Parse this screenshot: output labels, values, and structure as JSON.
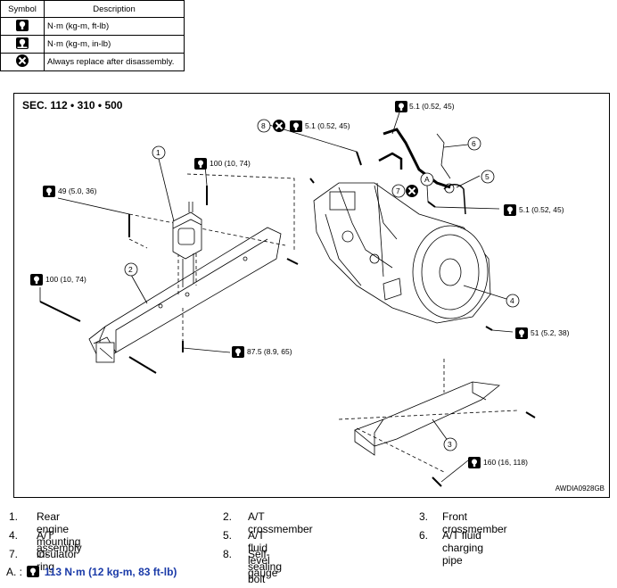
{
  "legend": {
    "header": {
      "symbol": "Symbol",
      "description": "Description"
    },
    "rows": [
      {
        "icon": "torque-wrench-icon",
        "text": "N·m (kg-m, ft-lb)"
      },
      {
        "icon": "torque-wrench-inlb-icon",
        "text": "N·m (kg-m, in-lb)"
      },
      {
        "icon": "always-replace-icon",
        "text": "Always replace after disassembly."
      }
    ]
  },
  "diagram": {
    "section": "SEC. 112 • 310 • 500",
    "code": "AWDIA0928GB",
    "callouts": [
      {
        "id": "t1",
        "text": "5.1 (0.52, 45)"
      },
      {
        "id": "t2",
        "text": "5.1 (0.52, 45)"
      },
      {
        "id": "t3",
        "text": "100 (10, 74)"
      },
      {
        "id": "t4",
        "text": "49 (5.0, 36)"
      },
      {
        "id": "t5",
        "text": "5.1 (0.52, 45)"
      },
      {
        "id": "t6",
        "text": "100 (10, 74)"
      },
      {
        "id": "t7",
        "text": "51 (5.2, 38)"
      },
      {
        "id": "t8",
        "text": "87.5 (8.9, 65)"
      },
      {
        "id": "t9",
        "text": "160 (16, 118)"
      }
    ],
    "markers": [
      "1",
      "2",
      "3",
      "4",
      "5",
      "6",
      "7",
      "8",
      "A"
    ]
  },
  "parts": [
    {
      "num": "1.",
      "name": "Rear engine mounting insulator"
    },
    {
      "num": "2.",
      "name": "A/T crossmember"
    },
    {
      "num": "3.",
      "name": "Front crossmember"
    },
    {
      "num": "4.",
      "name": "A/T assembly"
    },
    {
      "num": "5.",
      "name": "A/T fluid level gauge"
    },
    {
      "num": "6.",
      "name": "A/T fluid charging pipe"
    },
    {
      "num": "7.",
      "name": "O-ring"
    },
    {
      "num": "8.",
      "name": "Self-sealing bolt"
    }
  ],
  "note": {
    "prefix": "A. :",
    "text": "113 N·m (12 kg-m, 83 ft-lb)"
  }
}
